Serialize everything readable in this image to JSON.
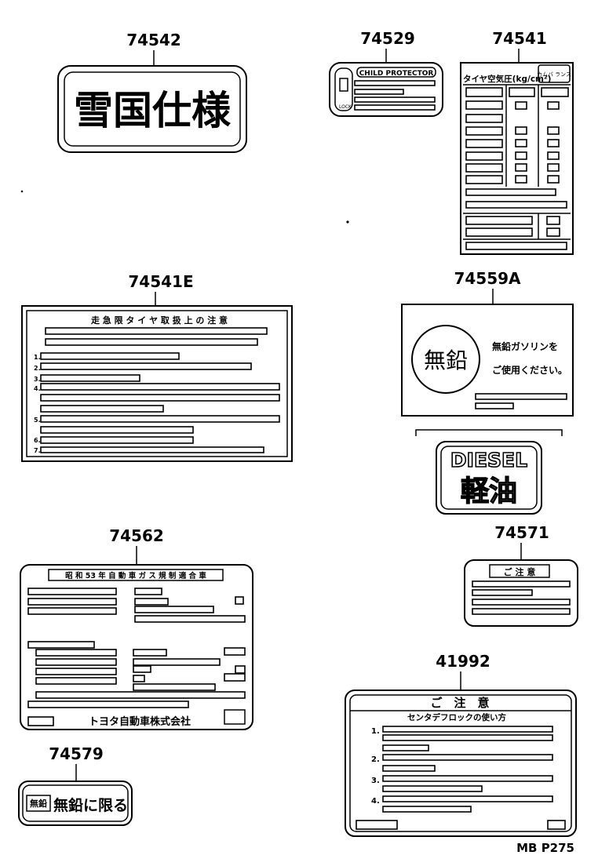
{
  "parts": {
    "p74542": {
      "number": "74542",
      "text": "雪国仕様"
    },
    "p74529": {
      "number": "74529",
      "title": "CHILD PROTECTOR",
      "side_mark": "LOCK"
    },
    "p74541": {
      "number": "74541",
      "header_left": "タイヤ空気圧(kg/cm²)",
      "header_right": "カムバ ランス"
    },
    "p74541E": {
      "number": "74541E",
      "title": "走 急 限 タ イ ヤ 取 扱 上 の 注 意",
      "items": [
        "1.",
        "2.",
        "3.",
        "4.",
        "5.",
        "6.",
        "7."
      ]
    },
    "p74559A": {
      "number": "74559A",
      "circle_text": "無鉛",
      "line1": "無鉛ガソリンを",
      "line2": "ご使用ください。"
    },
    "diesel": {
      "word": "DIESEL",
      "jp": "軽油"
    },
    "p74562": {
      "number": "74562",
      "title": "昭 和 53 年 自 動 車 ガ ス 規 制 適 合 車",
      "maker": "トヨタ自動車株式会社"
    },
    "p74571": {
      "number": "74571",
      "title": "ご 注 意"
    },
    "p41992": {
      "number": "41992",
      "title": "ご　注　意",
      "subtitle": "センタデフロックの使い方",
      "items": [
        "1.",
        "2.",
        "3.",
        "4."
      ]
    },
    "p74579": {
      "number": "74579",
      "left_box": "無鉛",
      "text": "無鉛に限る"
    }
  },
  "footer": {
    "code": "MB P275"
  }
}
